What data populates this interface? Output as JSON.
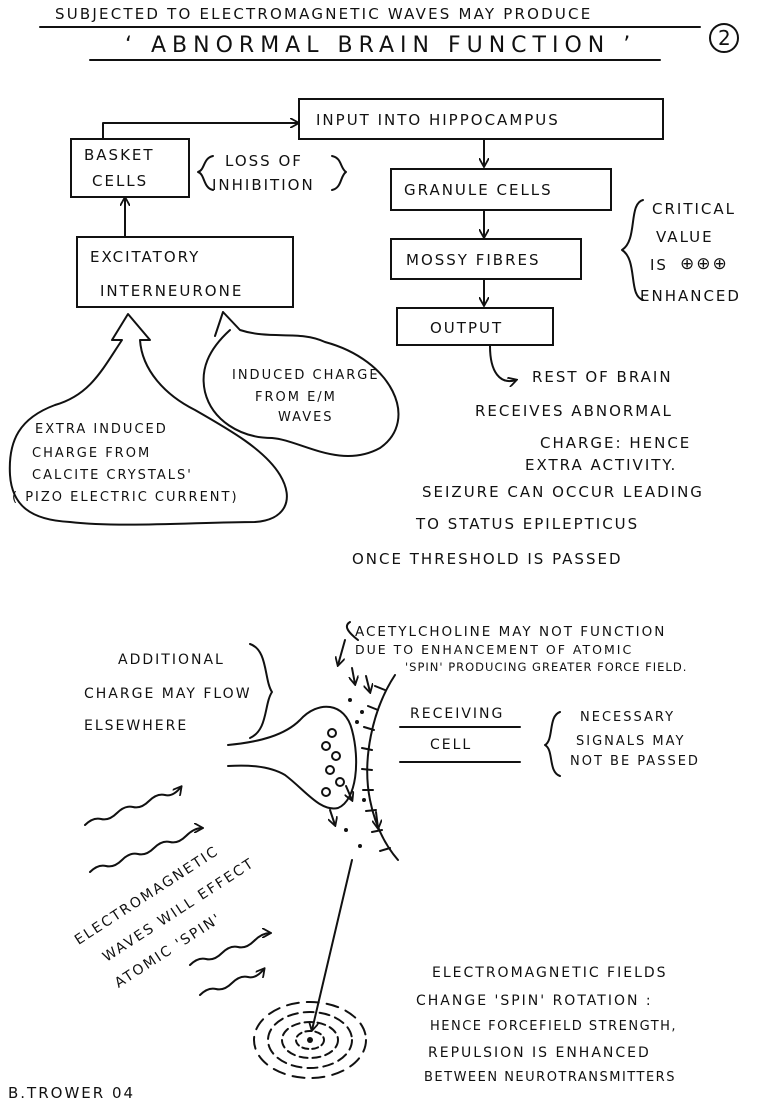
{
  "header": {
    "line1": "SUBJECTED TO ELECTROMAGNETIC WAVES MAY PRODUCE",
    "line2": "‘ ABNORMAL  BRAIN  FUNCTION ’",
    "page_number": "2"
  },
  "flow": {
    "input": "INPUT INTO HIPPOCAMPUS",
    "granule": "GRANULE CELLS",
    "mossy": "MOSSY FIBRES",
    "output": "OUTPUT",
    "basket_line1": "BASKET",
    "basket_line2": "CELLS",
    "inhibition_line1": "LOSS OF",
    "inhibition_line2": "INHIBITION",
    "excitatory_line1": "EXCITATORY",
    "excitatory_line2": "INTERNEURONE",
    "critical_line1": "CRITICAL",
    "critical_line2": "VALUE",
    "critical_line3": "IS",
    "critical_symbols": "⊕⊕⊕",
    "critical_line4": "ENHANCED",
    "em_charge_line1": "INDUCED CHARGE",
    "em_charge_line2": "FROM E/M",
    "em_charge_line3": "WAVES",
    "calcite_line1": "EXTRA INDUCED",
    "calcite_line2": "CHARGE FROM",
    "calcite_line3": "CALCITE CRYSTALS'",
    "calcite_line4": "( PIZO ELECTRIC CURRENT)",
    "rest_line1": "REST OF BRAIN",
    "rest_line2": "RECEIVES ABNORMAL",
    "rest_line3": "CHARGE: HENCE",
    "rest_line4": "EXTRA ACTIVITY.",
    "rest_line5": "SEIZURE CAN OCCUR LEADING",
    "rest_line6": "TO STATUS EPILEPTICUS",
    "rest_line7": "ONCE THRESHOLD IS PASSED"
  },
  "synapse": {
    "ach_line1": "ACETYLCHOLINE MAY NOT FUNCTION",
    "ach_line2": "DUE TO ENHANCEMENT OF ATOMIC",
    "ach_line3": "'SPIN' PRODUCING GREATER FORCE FIELD.",
    "additional_line1": "ADDITIONAL",
    "additional_line2": "CHARGE MAY FLOW",
    "additional_line3": "ELSEWHERE",
    "receiving_line1": "RECEIVING",
    "receiving_line2": "CELL",
    "signals_line1": "NECESSARY",
    "signals_line2": "SIGNALS MAY",
    "signals_line3": "NOT BE PASSED",
    "waves_line1": "ELECTROMAGNETIC",
    "waves_line2": "WAVES WILL EFFECT",
    "waves_line3": "ATOMIC 'SPIN'",
    "fields_line1": "ELECTROMAGNETIC FIELDS",
    "fields_line2": "CHANGE 'SPIN' ROTATION :",
    "fields_line3": "HENCE FORCEFIELD STRENGTH,",
    "fields_line4": "REPULSION IS ENHANCED",
    "fields_line5": "BETWEEN NEUROTRANSMITTERS"
  },
  "signature": "B.TROWER 04"
}
